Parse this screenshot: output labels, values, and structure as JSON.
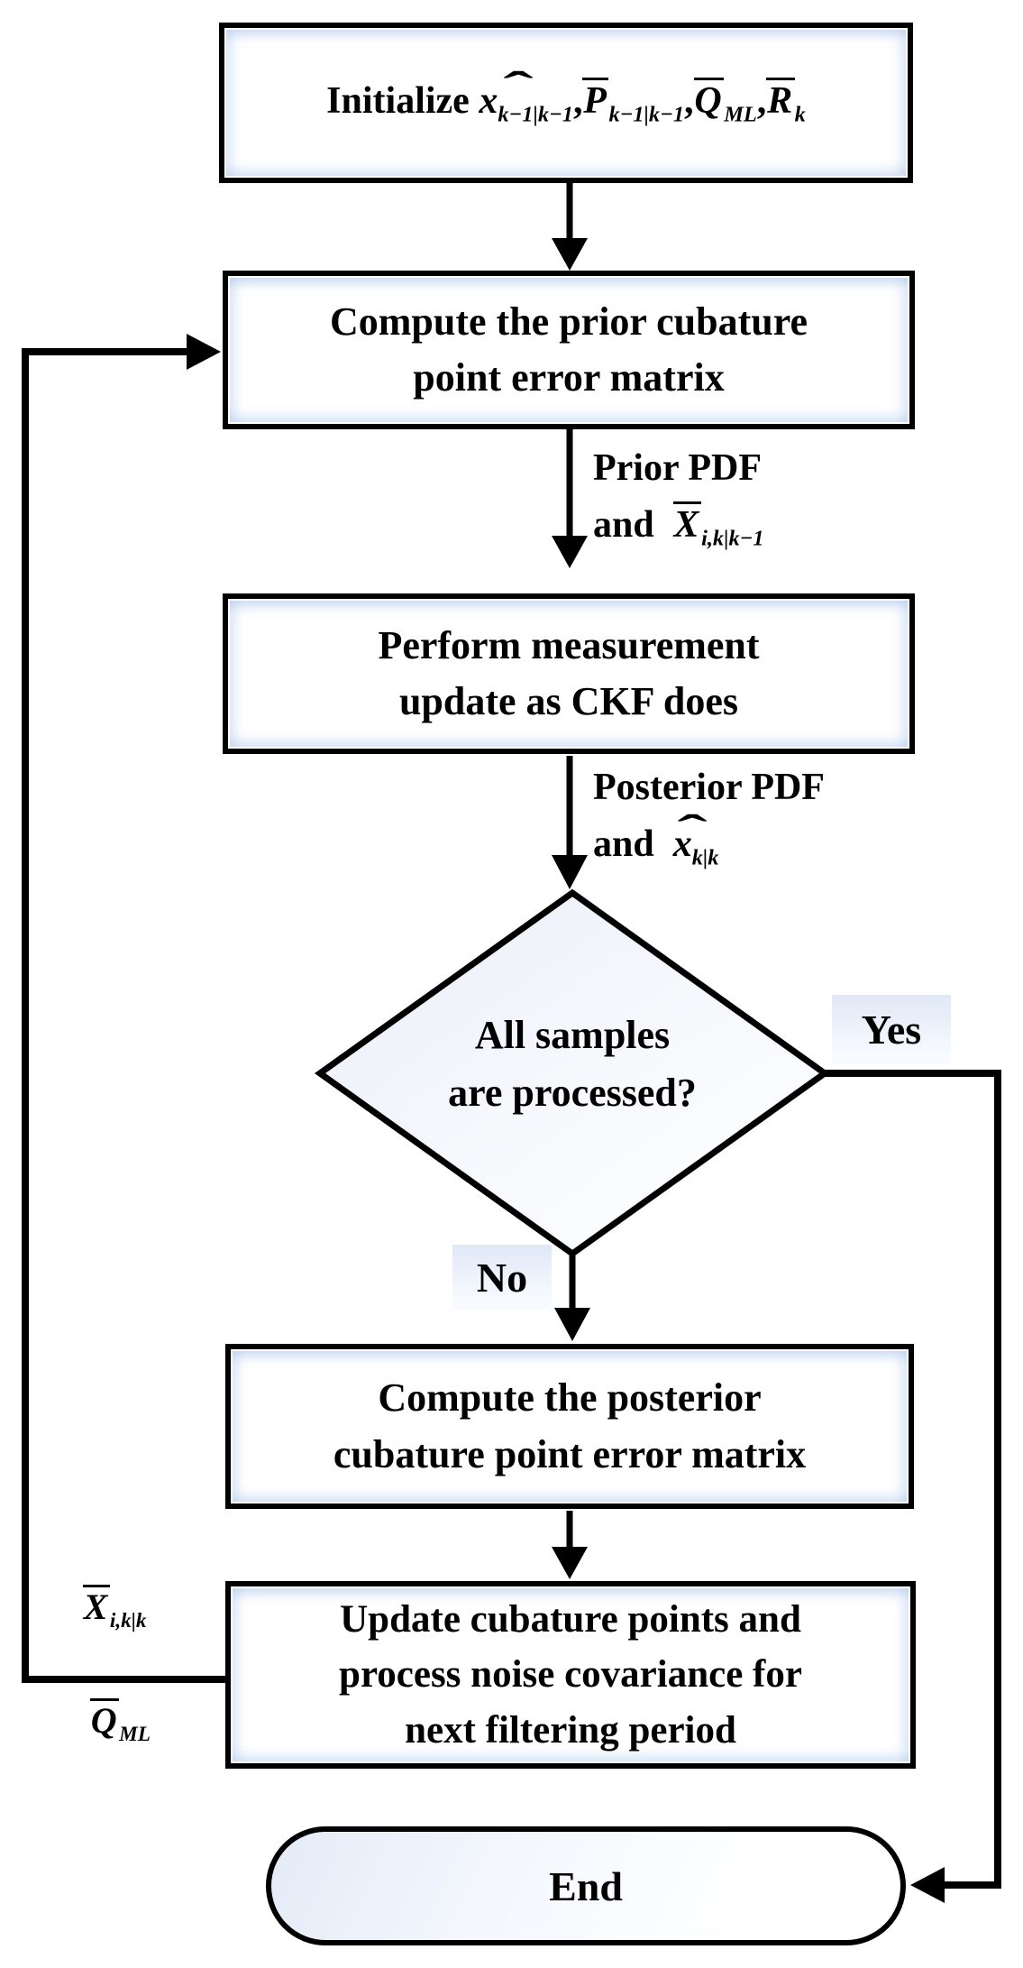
{
  "nodes": {
    "init": {
      "prefix": "Initialize"
    },
    "box_prior": {
      "lines": [
        "Compute the prior cubature",
        "point error matrix"
      ]
    },
    "label_prior": {
      "line1": "Prior PDF",
      "line2_prefix": "and"
    },
    "box_measure": {
      "lines": [
        "Perform measurement",
        "update as CKF does"
      ]
    },
    "label_post": {
      "line1": "Posterior PDF",
      "line2_prefix": "and"
    },
    "decision": {
      "lines": [
        "All samples",
        "are processed?"
      ]
    },
    "branch_yes": "Yes",
    "branch_no": "No",
    "box_posterior": {
      "lines": [
        "Compute the posterior",
        "cubature point error matrix"
      ]
    },
    "box_update": {
      "lines": [
        "Update cubature points  and",
        "process noise covariance for",
        "next filtering period"
      ]
    },
    "end_label": "End"
  },
  "formulas": {
    "comma": ",",
    "xhat_init": {
      "hat": "ˆ",
      "base": "x",
      "sub": "k−1|k−1"
    },
    "pbar_init": {
      "base": "P",
      "sub": "k−1|k−1"
    },
    "qbar": {
      "base": "Q",
      "sub": "ML"
    },
    "rbar": {
      "base": "R",
      "sub": "k"
    },
    "xbar_prior": {
      "base": "X",
      "sub": "i,k|k−1"
    },
    "xhat_post": {
      "hat": "ˆ",
      "base": "x",
      "sub": "k|k"
    },
    "xbar_post": {
      "base": "X",
      "sub": "i,k|k"
    }
  },
  "colors": {
    "line": "#000000",
    "fill_tint": "#e8eef8"
  }
}
